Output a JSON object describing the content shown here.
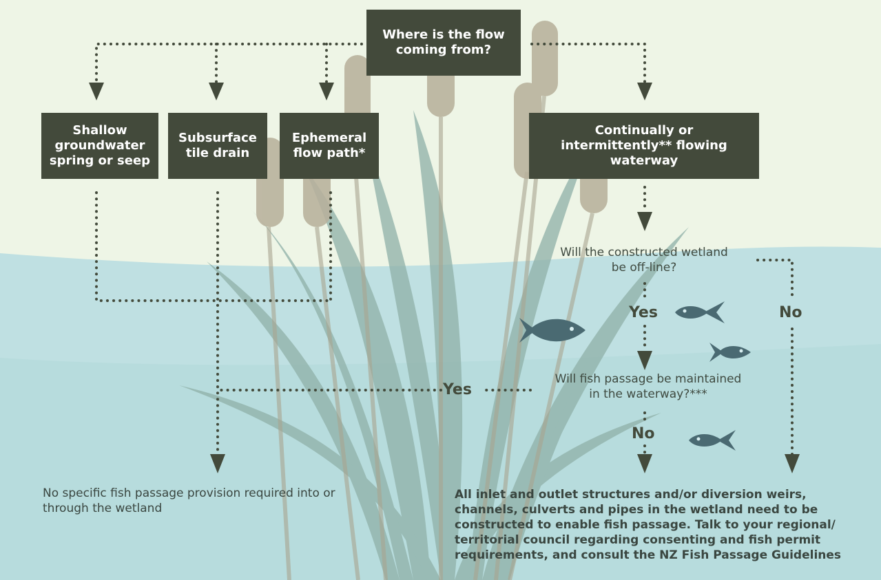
{
  "colors": {
    "sky": "#eef5e6",
    "water": "#bfe0e2",
    "box": "#434a3b",
    "connector": "#434a3b",
    "fish": "#4a6a72",
    "reed_head": "#b8b19c",
    "reed_leaf": "#8fb0a8"
  },
  "start": {
    "text_line1": "Where is the flow",
    "text_line2": "coming from?"
  },
  "sources": {
    "shallow_groundwater": {
      "line1": "Shallow",
      "line2": "groundwater",
      "line3": "spring or seep"
    },
    "subsurface_tile": {
      "line1": "Subsurface",
      "line2": "tile drain"
    },
    "ephemeral": {
      "line1": "Ephemeral",
      "line2": "flow path*"
    },
    "waterway": {
      "line1": "Continually or",
      "line2": "intermittently** flowing",
      "line3": "waterway"
    }
  },
  "questions": {
    "offline": {
      "line1": "Will the constructed wetland",
      "line2": "be off-line?"
    },
    "fish_passage": {
      "line1": "Will fish passage be maintained",
      "line2": "in the waterway?***"
    }
  },
  "labels": {
    "yes_offline": "Yes",
    "no_offline": "No",
    "yes_fish": "Yes",
    "no_fish": "No"
  },
  "outcomes": {
    "none": {
      "line1": "No specific fish passage provision required into or",
      "line2": "through the wetland"
    },
    "provide": {
      "line1": "All inlet and outlet structures and/or diversion weirs,",
      "line2": "channels, culverts and pipes in the wetland need to be",
      "line3": "constructed to enable fish passage. Talk to your regional/",
      "line4": "territorial council regarding consenting and fish permit",
      "line5": "requirements, and consult the NZ Fish Passage Guidelines"
    }
  }
}
